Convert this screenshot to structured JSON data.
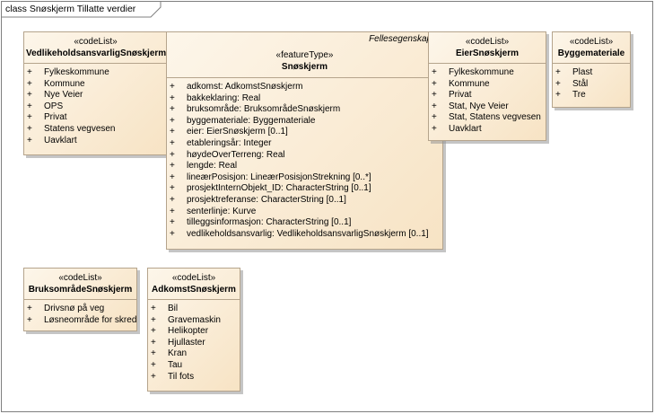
{
  "frame": {
    "title": "class Snøskjerm Tillatte verdier"
  },
  "classes": {
    "vedlikeholdsansvarlig": {
      "stereotype": "«codeList»",
      "name": "VedlikeholdsansvarligSnøskjerm",
      "items": [
        "Fylkeskommune",
        "Kommune",
        "Nye Veier",
        "OPS",
        "Privat",
        "Statens vegvesen",
        "Uavklart"
      ]
    },
    "snoskjerm": {
      "package": "Fellesegenskaper",
      "stereotype": "«featureType»",
      "name": "Snøskjerm",
      "items": [
        "adkomst: AdkomstSnøskjerm",
        "bakkeklaring: Real",
        "bruksområde: BruksområdeSnøskjerm",
        "byggemateriale: Byggemateriale",
        "eier: EierSnøskjerm [0..1]",
        "etableringsår: Integer",
        "høydeOverTerreng: Real",
        "lengde: Real",
        "lineærPosisjon: LineærPosisjonStrekning [0..*]",
        "prosjektInternObjekt_ID: CharacterString [0..1]",
        "prosjektreferanse: CharacterString [0..1]",
        "senterlinje: Kurve",
        "tilleggsinformasjon: CharacterString [0..1]",
        "vedlikeholdsansvarlig: VedlikeholdsansvarligSnøskjerm [0..1]"
      ]
    },
    "eier": {
      "stereotype": "«codeList»",
      "name": "EierSnøskjerm",
      "items": [
        "Fylkeskommune",
        "Kommune",
        "Privat",
        "Stat, Nye Veier",
        "Stat, Statens vegvesen",
        "Uavklart"
      ]
    },
    "byggemateriale": {
      "stereotype": "«codeList»",
      "name": "Byggemateriale",
      "items": [
        "Plast",
        "Stål",
        "Tre"
      ]
    },
    "bruksomrade": {
      "stereotype": "«codeList»",
      "name": "BruksområdeSnøskjerm",
      "items": [
        "Drivsnø på veg",
        "Løsneområde for skred"
      ]
    },
    "adkomst": {
      "stereotype": "«codeList»",
      "name": "AdkomstSnøskjerm",
      "items": [
        "Bil",
        "Gravemaskin",
        "Helikopter",
        "Hjullaster",
        "Kran",
        "Tau",
        "Til fots"
      ]
    }
  }
}
